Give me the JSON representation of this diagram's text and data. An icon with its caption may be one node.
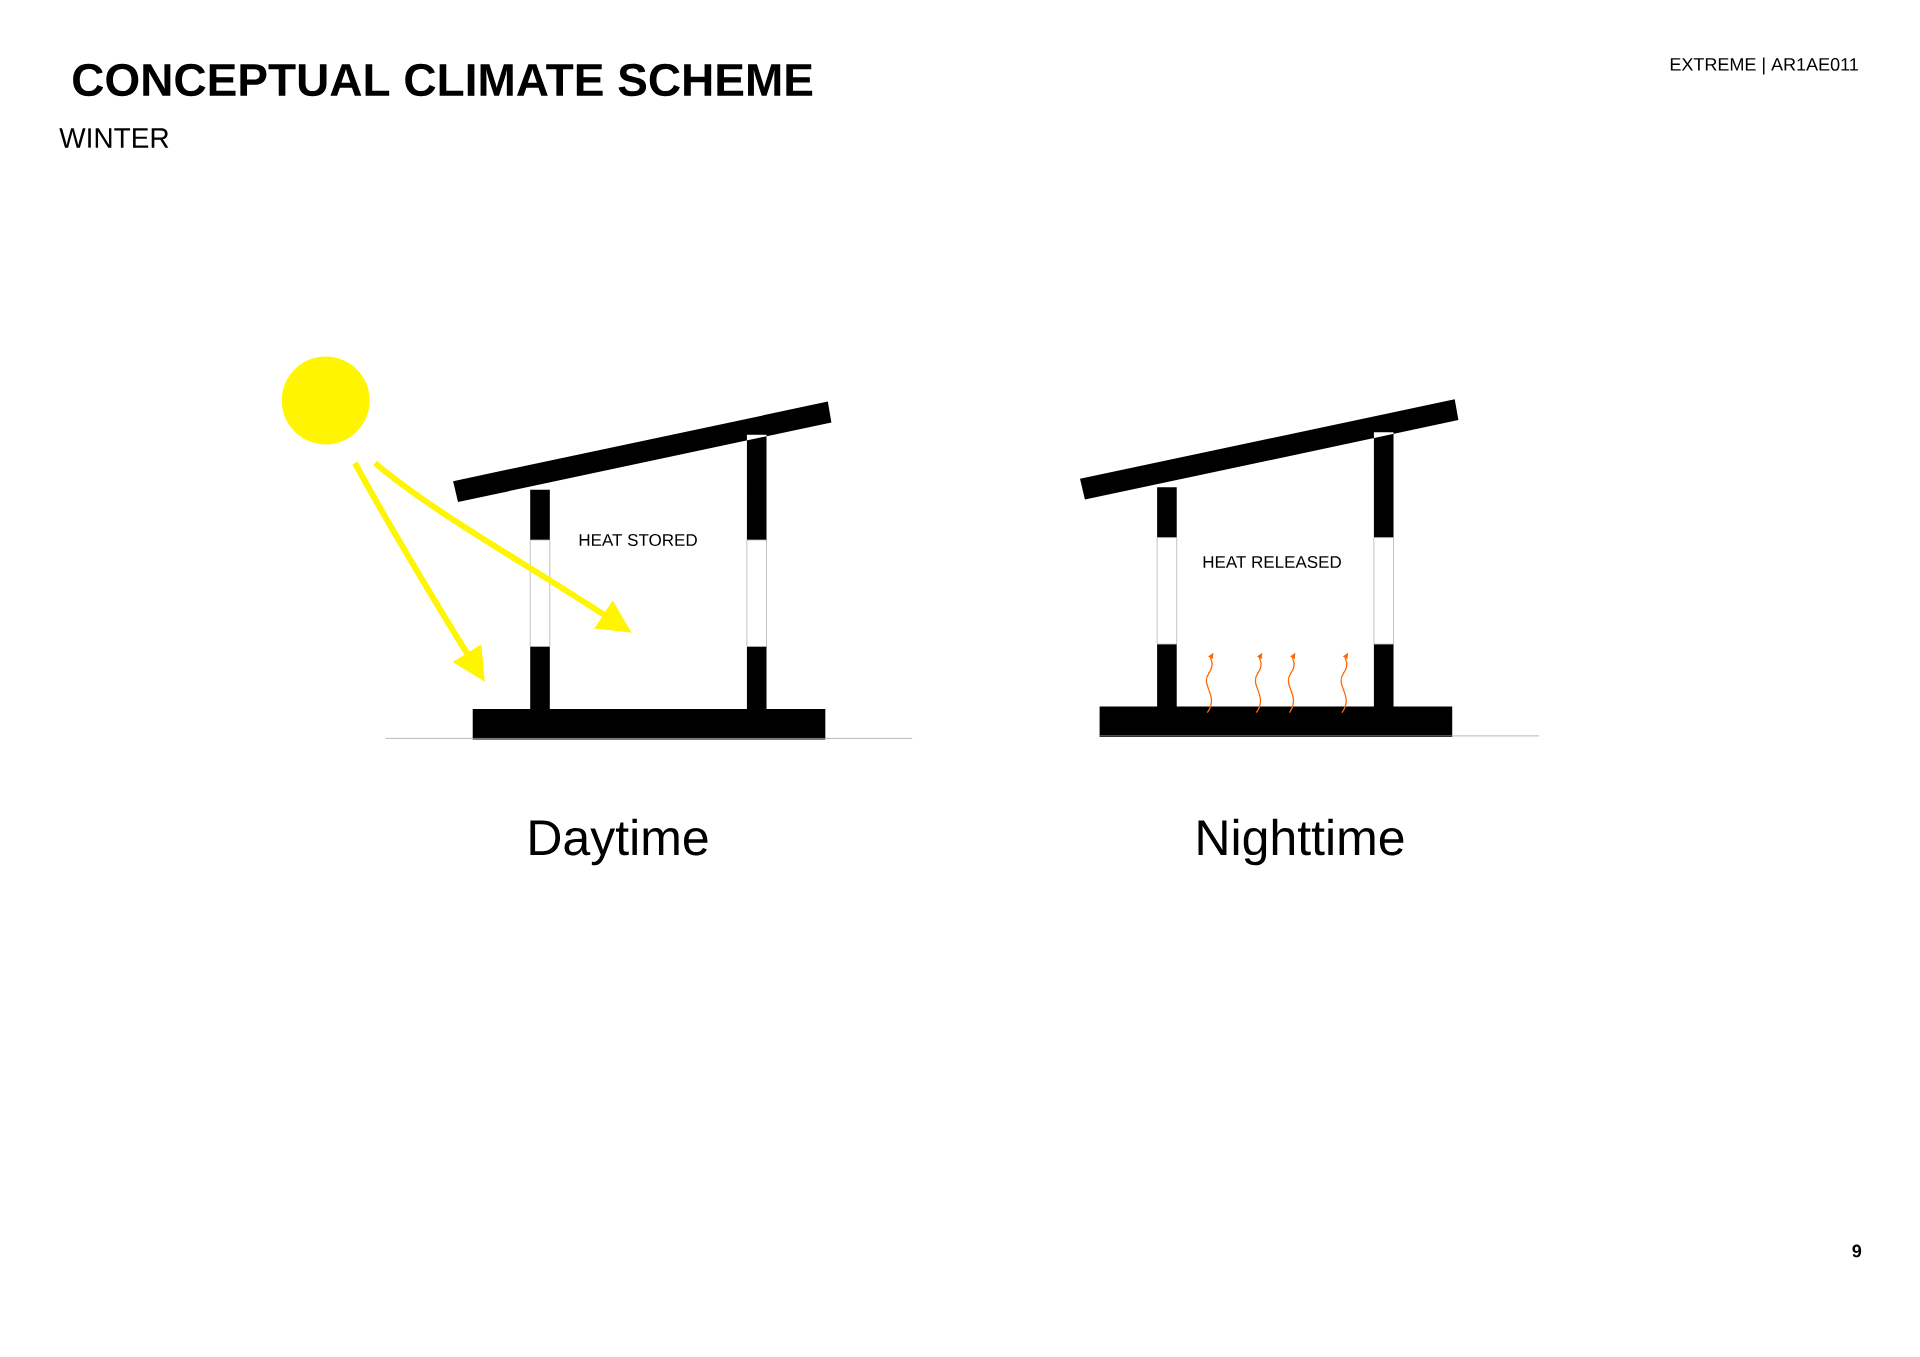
{
  "diagram": {
    "title": "CONCEPTUAL CLIMATE SCHEME",
    "labels": [
      "WINTER",
      "EXTREME | AR1AE011",
      "HEAT STORED",
      "HEAT RELEASED",
      "Daytime",
      "Nighttime",
      "9"
    ]
  }
}
